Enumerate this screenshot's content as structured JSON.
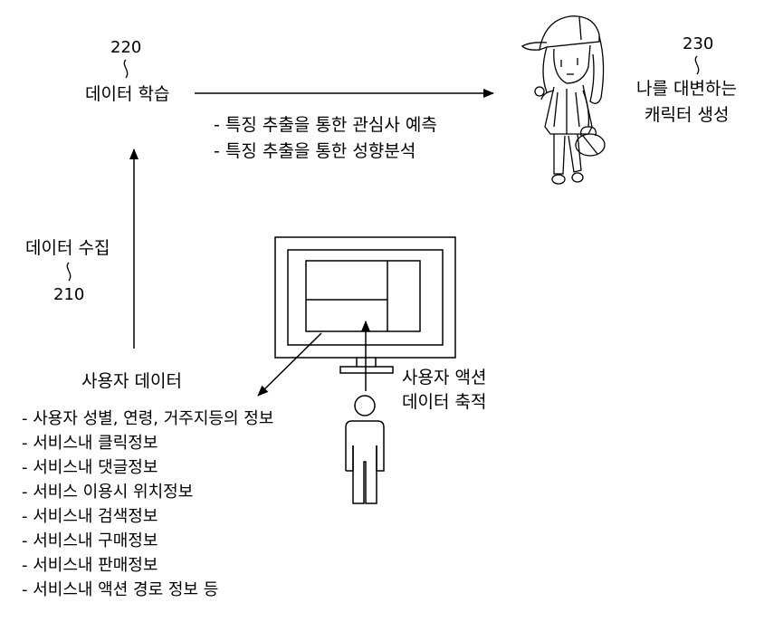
{
  "learning": {
    "ref": "220",
    "label": "데이터 학습"
  },
  "character": {
    "ref": "230",
    "line1": "나를 대변하는",
    "line2": "캐릭터 생성"
  },
  "predictions": [
    "- 특징 추출을 통한 관심사 예측",
    "- 특징 추출을 통한 성향분석"
  ],
  "collection": {
    "label": "데이터 수집",
    "ref": "210"
  },
  "user_data": {
    "title": "사용자 데이터",
    "items": [
      "- 사용자 성별, 연령, 거주지등의 정보",
      "- 서비스내 클릭정보",
      "- 서비스내 댓글정보",
      "- 서비스 이용시 위치정보",
      "- 서비스내 검색정보",
      "- 서비스내 구매정보",
      "- 서비스내 판매정보",
      "- 서비스내 액션 경로 정보 등"
    ]
  },
  "action": {
    "line1": "사용자 액션",
    "line2": "데이터 축적"
  }
}
